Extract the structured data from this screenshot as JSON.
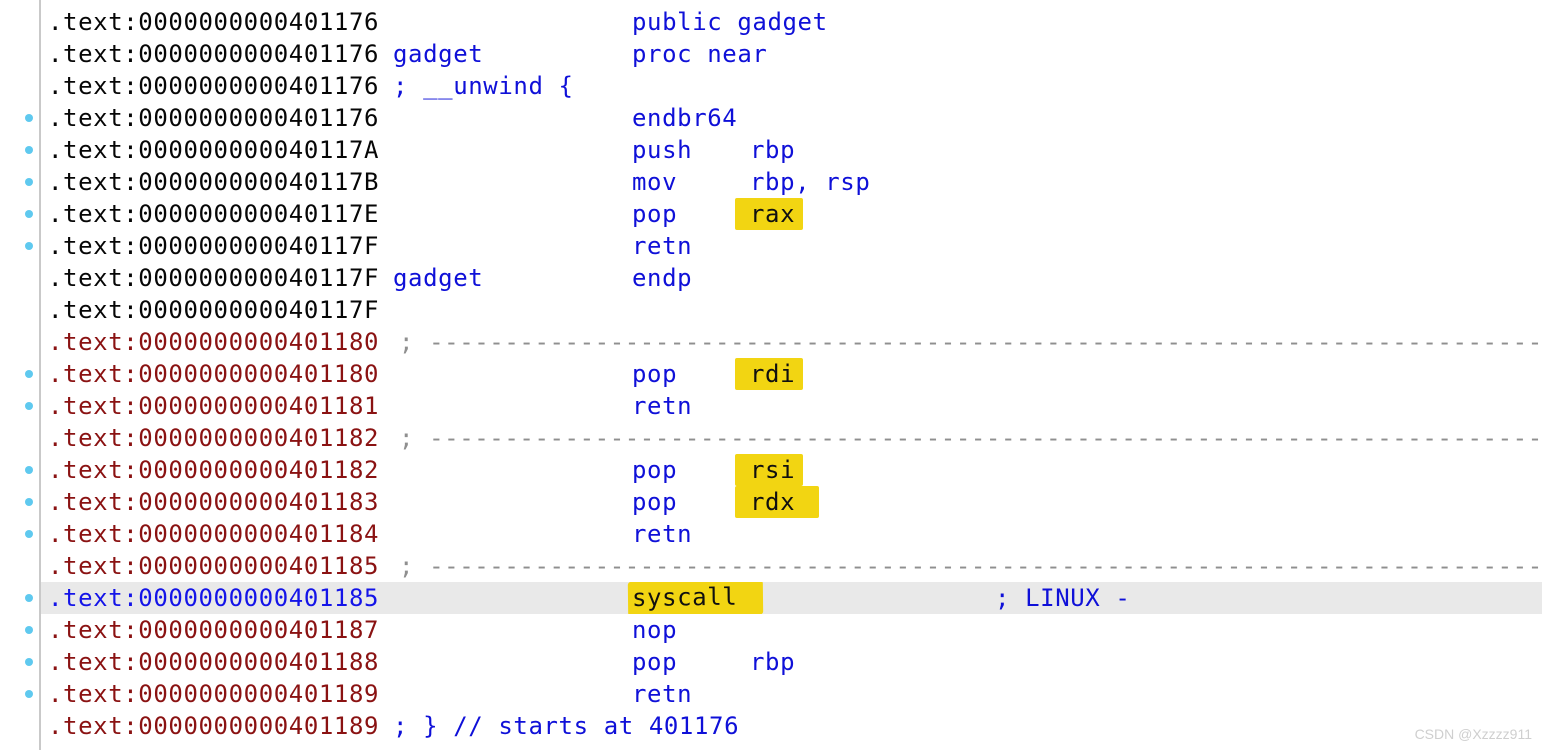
{
  "view": {
    "app": "ida-pro-disassembly",
    "section": ".text",
    "watermark": "CSDN @Xzzzz911",
    "separator_line": "; ----------------------------------------------------------------------------"
  },
  "colors": {
    "keyword_blue": "#0f10d8",
    "address_black": "#060606",
    "address_maroon": "#8a1212",
    "address_selected_blue": "#1414e8",
    "separator_gray": "#8f8f8f",
    "highlight_yellow": "#f2d512",
    "highlight_text": "#101010",
    "selected_row_bg": "#e9e9e9",
    "marker_dot_blue": "#5fc9ef",
    "margin_line_gray": "#c9c9c9",
    "watermark_gray": "#cfcfcf"
  },
  "rows": [
    {
      "address": ".text:0000000000401176",
      "color": "black",
      "mnemonic": "public gadget"
    },
    {
      "address": ".text:0000000000401176",
      "color": "black",
      "label": "gadget",
      "mnemonic": "proc near"
    },
    {
      "address": ".text:0000000000401176",
      "color": "black",
      "comment": "; __unwind {"
    },
    {
      "address": ".text:0000000000401176",
      "color": "black",
      "dot": true,
      "mnemonic": "endbr64"
    },
    {
      "address": ".text:000000000040117A",
      "color": "black",
      "dot": true,
      "mnemonic": "push",
      "operand": "rbp"
    },
    {
      "address": ".text:000000000040117B",
      "color": "black",
      "dot": true,
      "mnemonic": "mov",
      "operand": "rbp, rsp"
    },
    {
      "address": ".text:000000000040117E",
      "color": "black",
      "dot": true,
      "mnemonic": "pop",
      "operand": "rax",
      "operand_hl": true
    },
    {
      "address": ".text:000000000040117F",
      "color": "black",
      "dot": true,
      "mnemonic": "retn"
    },
    {
      "address": ".text:000000000040117F",
      "color": "black",
      "label": "gadget",
      "mnemonic": "endp"
    },
    {
      "address": ".text:000000000040117F",
      "color": "black"
    },
    {
      "address": ".text:0000000000401180",
      "color": "maroon",
      "rule": true
    },
    {
      "address": ".text:0000000000401180",
      "color": "maroon",
      "dot": true,
      "mnemonic": "pop",
      "operand": "rdi",
      "operand_hl": true
    },
    {
      "address": ".text:0000000000401181",
      "color": "maroon",
      "dot": true,
      "mnemonic": "retn"
    },
    {
      "address": ".text:0000000000401182",
      "color": "maroon",
      "rule": true
    },
    {
      "address": ".text:0000000000401182",
      "color": "maroon",
      "dot": true,
      "mnemonic": "pop",
      "operand": "rsi",
      "operand_hl": true
    },
    {
      "address": ".text:0000000000401183",
      "color": "maroon",
      "dot": true,
      "mnemonic": "pop",
      "operand": "rdx",
      "operand_hl": true,
      "hl_wide": true
    },
    {
      "address": ".text:0000000000401184",
      "color": "maroon",
      "dot": true,
      "mnemonic": "retn"
    },
    {
      "address": ".text:0000000000401185",
      "color": "maroon",
      "rule": true
    },
    {
      "address": ".text:0000000000401185",
      "color": "blue",
      "dot": true,
      "selected": true,
      "mnemonic": "syscall",
      "mnemonic_hl": true,
      "comment2": "; LINUX -"
    },
    {
      "address": ".text:0000000000401187",
      "color": "maroon",
      "dot": true,
      "mnemonic": "nop"
    },
    {
      "address": ".text:0000000000401188",
      "color": "maroon",
      "dot": true,
      "mnemonic": "pop",
      "operand": "rbp"
    },
    {
      "address": ".text:0000000000401189",
      "color": "maroon",
      "dot": true,
      "mnemonic": "retn"
    },
    {
      "address": ".text:0000000000401189",
      "color": "maroon",
      "comment": "; } // starts at 401176"
    }
  ]
}
